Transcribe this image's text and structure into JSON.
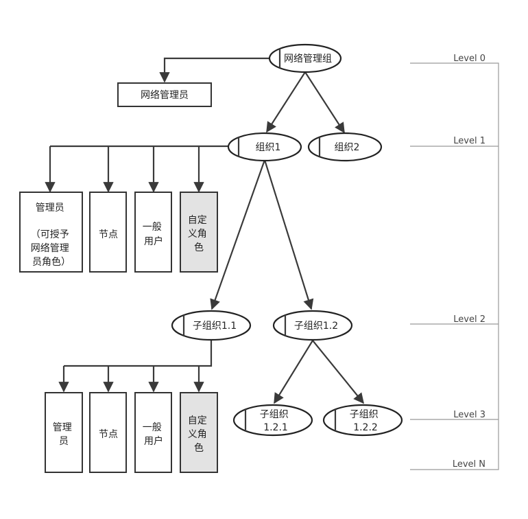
{
  "nodes": {
    "root": "网络管理组",
    "root_admin": "网络管理员",
    "org1": "组织1",
    "org2": "组织2",
    "org1_admin": [
      "管理员",
      "",
      "（可授予",
      "网络管理",
      "员角色）"
    ],
    "org1_node": "节点",
    "org1_user": [
      "一般",
      "用户"
    ],
    "org1_custom": [
      "自定",
      "义角",
      "色"
    ],
    "sub11": "子组织1.1",
    "sub12": "子组织1.2",
    "sub11_admin": [
      "管理",
      "员"
    ],
    "sub11_node": "节点",
    "sub11_user": [
      "一般",
      "用户"
    ],
    "sub11_custom": [
      "自定",
      "义角",
      "色"
    ],
    "sub121": [
      "子组织",
      "1.2.1"
    ],
    "sub122": [
      "子组织",
      "1.2.2"
    ]
  },
  "levels": [
    "Level 0",
    "Level 1",
    "Level 2",
    "Level 3",
    "Level N"
  ]
}
